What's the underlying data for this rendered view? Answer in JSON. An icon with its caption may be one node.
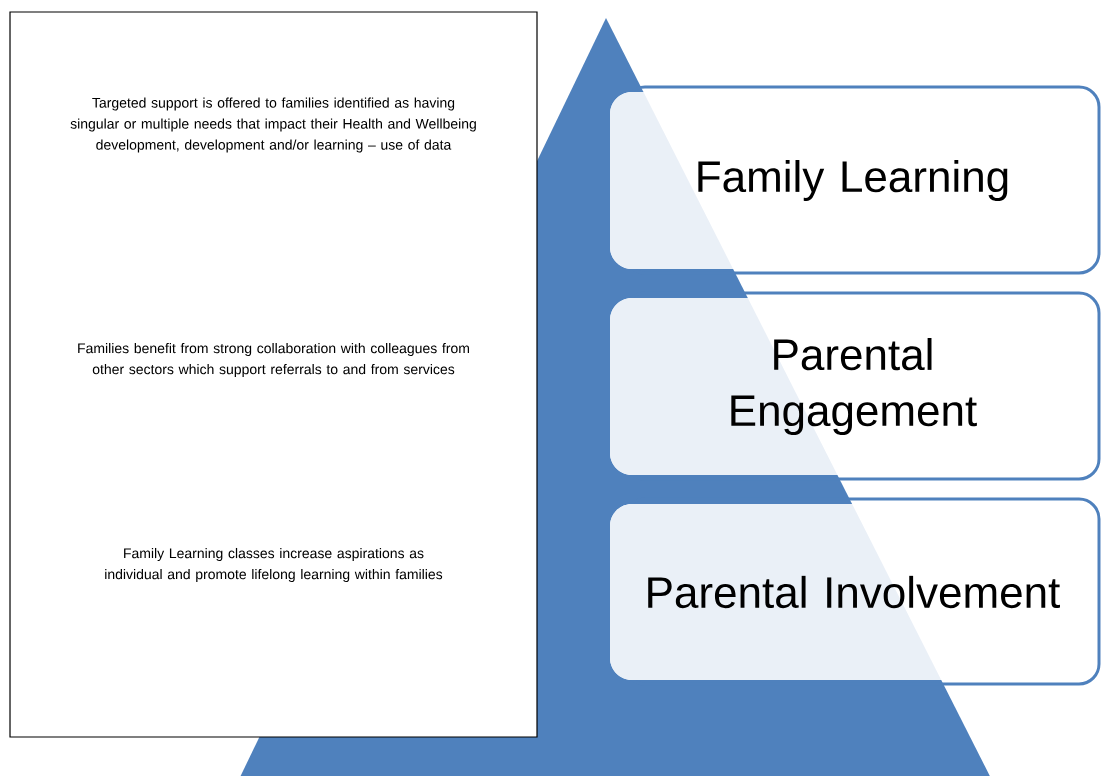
{
  "diagram": {
    "nodes": [
      {
        "text": [
          "Targeted support is offered to families identified as having singular or multiple needs that impact their Health and Wellbeing development, development and/or learning – use of data",
          "Families benefit from strong collaboration with colleagues from other sectors which support referrals to and from services",
          "Family Learning classes increase aspirations as individual and promote lifelong learning within families"
        ]
      },
      {
        "text": [
          "Family Learning"
        ]
      },
      {
        "text": [
          "Parental Engagement"
        ]
      },
      {
        "text": [
          "Parental Involvement"
        ]
      }
    ]
  }
}
